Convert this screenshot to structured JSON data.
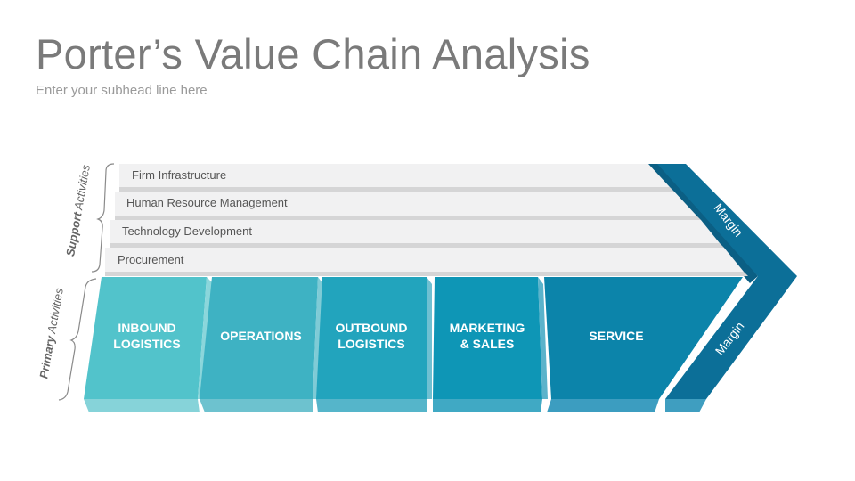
{
  "title": "Porter’s Value Chain Analysis",
  "subtitle": "Enter your subhead line here",
  "support": {
    "label_bold": "Support",
    "label_italic": " Activities",
    "rows": [
      {
        "label": "Firm Infrastructure"
      },
      {
        "label": "Human Resource Management"
      },
      {
        "label": "Technology Development"
      },
      {
        "label": "Procurement"
      }
    ]
  },
  "primary": {
    "label_bold": "Primary",
    "label_italic": " Activities",
    "blocks": [
      {
        "line1": "INBOUND",
        "line2": "LOGISTICS",
        "color": "#52c3cb"
      },
      {
        "line1": "OPERATIONS",
        "line2": "",
        "color": "#3eb2c3"
      },
      {
        "line1": "OUTBOUND",
        "line2": "LOGISTICS",
        "color": "#22a4bd"
      },
      {
        "line1": "MARKETING",
        "line2": "& SALES",
        "color": "#0e96b6"
      },
      {
        "line1": "SERVICE",
        "line2": "",
        "color": "#0c84aa"
      }
    ]
  },
  "margin": {
    "top_label": "Margin",
    "bottom_label": "Margin",
    "color": "#0c6f98"
  },
  "colors": {
    "support_bar": "#f1f1f2",
    "support_edge": "#d5d5d6",
    "text_support": "#555555",
    "text_primary": "#ffffff"
  }
}
